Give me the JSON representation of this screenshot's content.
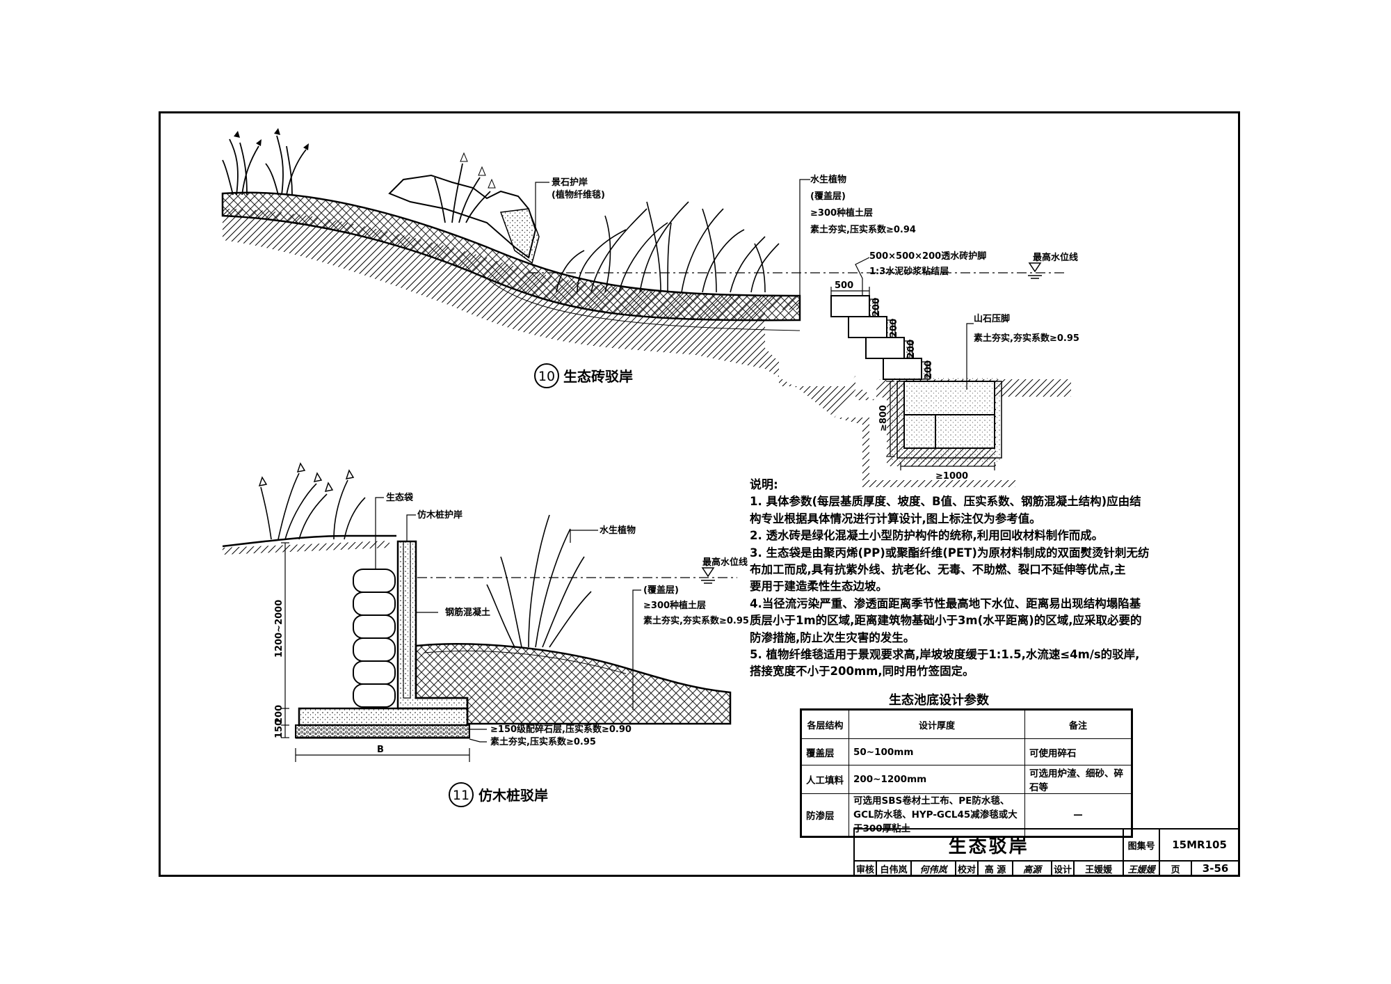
{
  "detail10": {
    "number": "10",
    "title": "生态砖驳岸",
    "labels": {
      "rock_bank": "景石护岸",
      "fiber_blanket": "(植物纤维毯)",
      "aquatic_plants": "水生植物",
      "cover_layer": "(覆盖层)",
      "planting_soil": "≥300种植土层",
      "compaction": "素土夯实,压实系数≥0.94",
      "brick_foot": "500×500×200透水砖护脚",
      "mortar": "1:3水泥砂浆粘结层",
      "high_water": "最高水位线",
      "rock_toe": "山石压脚",
      "compaction2": "素土夯实,夯实系数≥0.95"
    },
    "dims": {
      "w500": "500",
      "h200a": "200",
      "h200b": "200",
      "h200c": "200",
      "h200d": "200",
      "d800": "≥800",
      "w1000": "≥1000"
    }
  },
  "detail11": {
    "number": "11",
    "title": "仿木桩驳岸",
    "labels": {
      "eco_bag": "生态袋",
      "wood_pile": "仿木桩护岸",
      "aquatic_plants": "水生植物",
      "high_water": "最高水位线",
      "concrete": "钢筋混凝土",
      "cover_layer": "(覆盖层)",
      "planting_soil": "≥300种植土层",
      "compaction": "素土夯实,夯实系数≥0.95",
      "gravel": "≥150级配碎石层,压实系数≥0.90",
      "compaction2": "素土夯实,压实系数≥0.95"
    },
    "dims": {
      "height": "1200~2000",
      "d200": "200",
      "d150": "150",
      "width": "B"
    }
  },
  "notes": {
    "title": "说明:",
    "lines": [
      "1. 具体参数(每层基质厚度、坡度、B值、压实系数、钢筋混凝土结构)应由结",
      "构专业根据具体情况进行计算设计,图上标注仅为参考值。",
      "2. 透水砖是绿化混凝土小型防护构件的统称,利用回收材料制作而成。",
      "3. 生态袋是由聚丙烯(PP)或聚酯纤维(PET)为原材料制成的双面熨烫针刺无纺",
      "布加工而成,具有抗紫外线、抗老化、无毒、不助燃、裂口不延伸等优点,主",
      "要用于建造柔性生态边坡。",
      "4.当径流污染严重、渗透面距离季节性最高地下水位、距离易出现结构塌陷基",
      "质层小于1m的区域,距离建筑物基础小于3m(水平距离)的区域,应采取必要的",
      "防渗措施,防止次生灾害的发生。",
      "5. 植物纤维毯适用于景观要求高,岸坡坡度缓于1:1.5,水流速≤4m/s的驳岸,",
      "搭接宽度不小于200mm,同时用竹签固定。"
    ]
  },
  "params": {
    "title": "生态池底设计参数",
    "headers": [
      "各层结构",
      "设计厚度",
      "备注"
    ],
    "rows": [
      [
        "覆盖层",
        "50~100mm",
        "可使用碎石"
      ],
      [
        "人工填料",
        "200~1200mm",
        "可选用炉渣、细砂、碎石等"
      ],
      [
        "防渗层",
        "可选用SBS卷材土工布、PE防水毯、GCL防水毯、HYP-GCL45减渗毯或大于300厚粘土",
        "—"
      ]
    ]
  },
  "title_block": {
    "title": "生态驳岸",
    "atlas_label": "图集号",
    "atlas_no": "15MR105",
    "review_label": "审核",
    "reviewer": "白伟岚",
    "reviewer_sig": "何伟岚",
    "check_label": "校对",
    "checker": "高 源",
    "checker_sig": "高源",
    "design_label": "设计",
    "designer": "王媛媛",
    "designer_sig": "王媛媛",
    "page_label": "页",
    "page_no": "3-56"
  }
}
